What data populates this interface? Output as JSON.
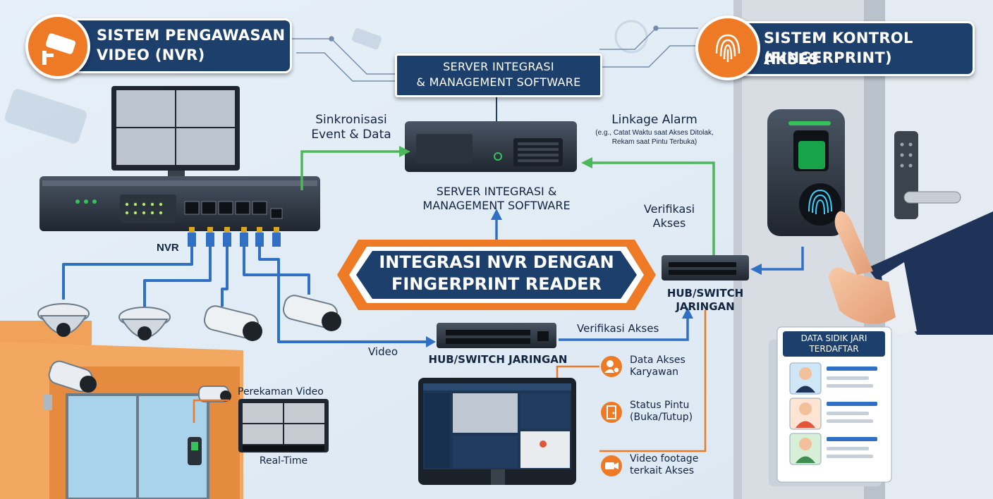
{
  "title": {
    "line1": "INTEGRASI NVR DENGAN",
    "line2": "FINGERPRINT READER"
  },
  "nvr_system": {
    "line1": "SISTEM PENGAWASAN",
    "line2": "VIDEO (NVR)",
    "icon": "cctv-camera-icon"
  },
  "access_system": {
    "line1": "SISTEM KONTROL AKSES",
    "line2": "(FINGERPRINT)",
    "icon": "fingerprint-icon"
  },
  "server_banner": {
    "line1": "SERVER INTEGRASI",
    "line2": "& MANAGEMENT SOFTWARE"
  },
  "server_label": {
    "line1": "SERVER INTEGRASI &",
    "line2": "MANAGEMENT SOFTWARE"
  },
  "labels": {
    "sync_line1": "Sinkronisasi",
    "sync_line2": "Event & Data",
    "linkage": "Linkage Alarm",
    "linkage_note1": "(e.g., Catat Waktu saat Akses Ditolak,",
    "linkage_note2": "Rekam saat Pintu Terbuka)",
    "verif_top1": "Verifikasi",
    "verif_top2": "Akses",
    "nvr": "NVR",
    "hub_right1": "HUB/SWITCH",
    "hub_right2": "JARINGAN",
    "hub_center": "HUB/SWITCH JARINGAN",
    "video": "Video",
    "verif_mid": "Verifikasi Akses",
    "recording": "Perekaman Video",
    "realtime": "Real-Time",
    "fp_panel1": "DATA SIDIK JARI",
    "fp_panel2": "TERDAFTAR"
  },
  "data_items": [
    {
      "icon": "employee-icon",
      "line1": "Data Akses",
      "line2": "Karyawan"
    },
    {
      "icon": "door-icon",
      "line1": "Status Pintu",
      "line2": "(Buka/Tutup)"
    },
    {
      "icon": "video-camera-icon",
      "line1": "Video footage",
      "line2": "terkait Akses"
    }
  ],
  "colors": {
    "navy": "#1c3f6c",
    "orange": "#ee7a25",
    "green_line": "#4cb85a",
    "blue_line": "#2f6fc4",
    "orange_line": "#ee7a25",
    "background": "#eaf2f9"
  }
}
